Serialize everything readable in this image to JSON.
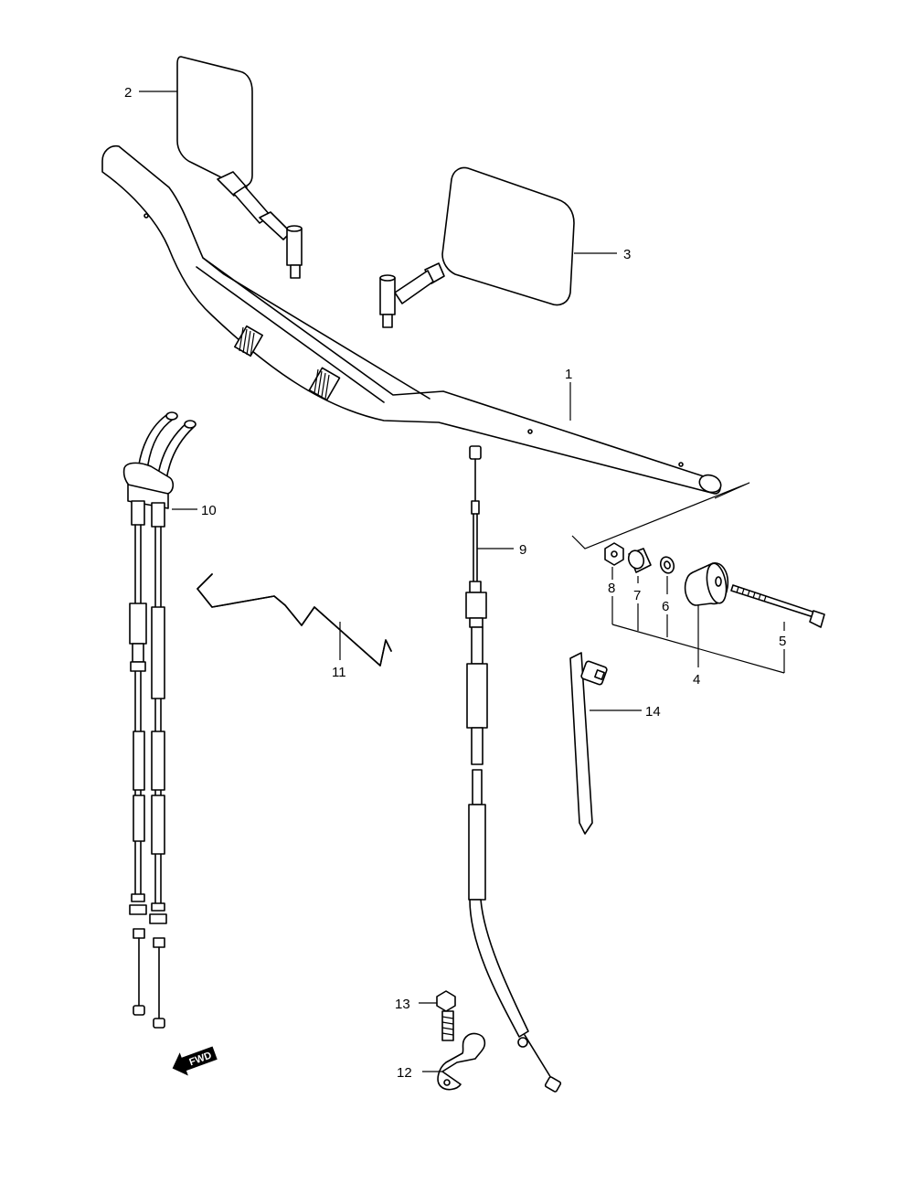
{
  "callouts": {
    "c1": "1",
    "c2": "2",
    "c3": "3",
    "c4": "4",
    "c5": "5",
    "c6": "6",
    "c7": "7",
    "c8": "8",
    "c9": "9",
    "c10": "10",
    "c11": "11",
    "c12": "12",
    "c13": "13",
    "c14": "14"
  },
  "direction_badge": {
    "label": "FWD"
  },
  "colors": {
    "line": "#000000",
    "background": "#ffffff"
  }
}
